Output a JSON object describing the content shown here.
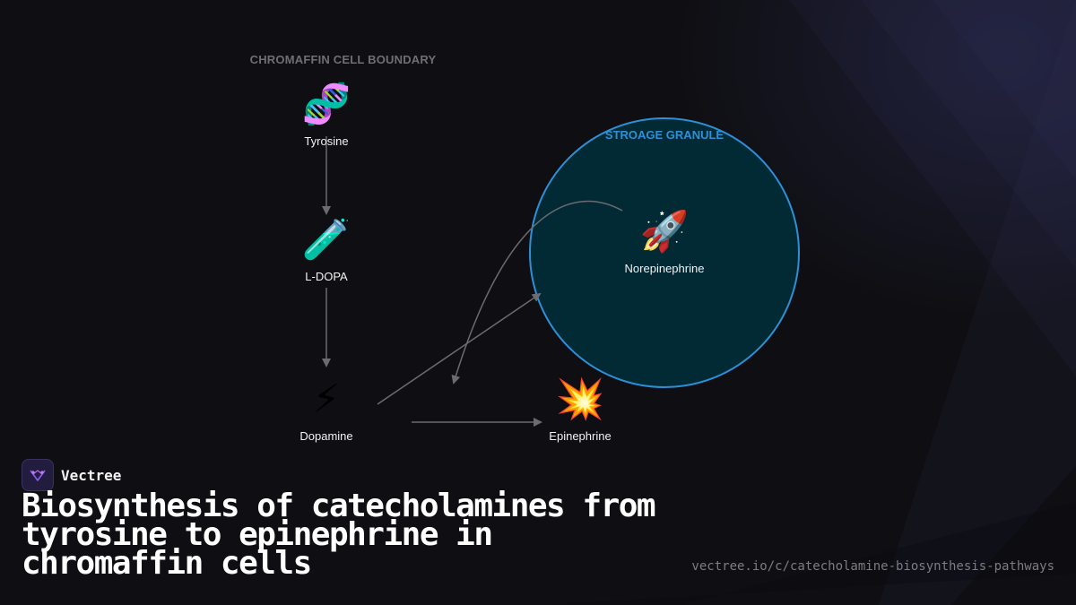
{
  "diagram": {
    "boundary_label": "CHROMAFFIN CELL BOUNDARY",
    "granule_label": "STROAGE GRANULE",
    "nodes": {
      "tyrosine": {
        "label": "Tyrosine",
        "glyph": "🧬",
        "icon": "dna-icon"
      },
      "ldopa": {
        "label": "L-DOPA",
        "glyph": "🧪",
        "icon": "test-tube-icon"
      },
      "dopamine": {
        "label": "Dopamine",
        "glyph": "⚡",
        "icon": "lightning-icon"
      },
      "epinephrine": {
        "label": "Epinephrine",
        "glyph": "💥",
        "icon": "burst-icon"
      },
      "norepinephrine": {
        "label": "Norepinephrine",
        "glyph": "🚀",
        "icon": "rocket-icon"
      }
    },
    "colors": {
      "granule_fill": "#022a35",
      "granule_stroke": "#2f8fd6",
      "arrow": "#6b6b70",
      "boundary_label": "#6e6e74"
    }
  },
  "footer": {
    "brand": "Vectree",
    "title": "Biosynthesis of catecholamines from tyrosine to epinephrine in chromaffin cells",
    "url": "vectree.io/c/catecholamine-biosynthesis-pathways",
    "brand_color": "#8a5cf0"
  }
}
